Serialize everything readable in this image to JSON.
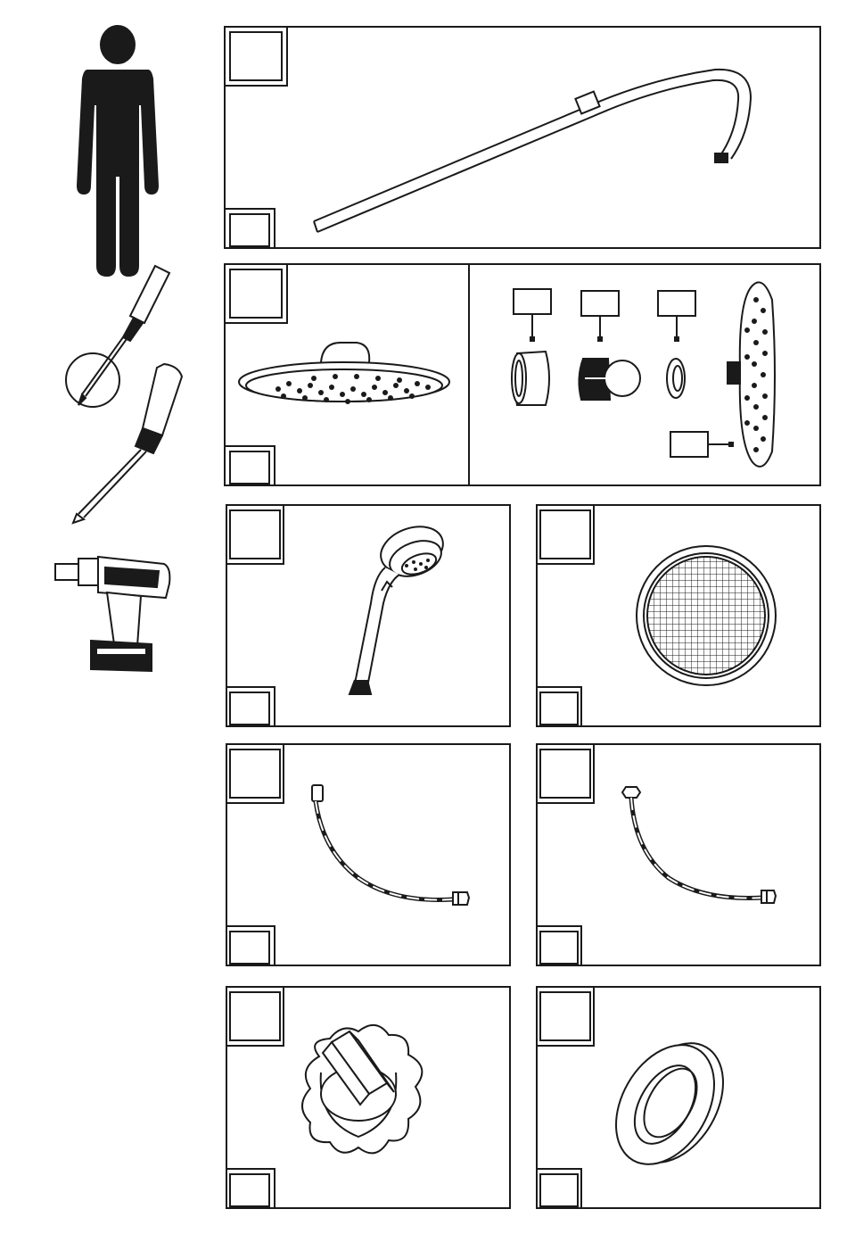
{
  "page": {
    "title": "",
    "panels": [
      {
        "id": "shower-arm",
        "number": "",
        "quantity": ""
      },
      {
        "id": "shower-head",
        "number": "",
        "quantity": ""
      },
      {
        "id": "shower-head-parts",
        "labels": [
          "",
          "",
          "",
          ""
        ]
      },
      {
        "id": "hand-shower",
        "number": "",
        "quantity": ""
      },
      {
        "id": "filter-screen",
        "number": "",
        "quantity": ""
      },
      {
        "id": "hose-a",
        "number": "",
        "quantity": ""
      },
      {
        "id": "hose-b",
        "number": "",
        "quantity": ""
      },
      {
        "id": "handle-knob",
        "number": "",
        "quantity": ""
      },
      {
        "id": "washer",
        "number": "",
        "quantity": ""
      }
    ]
  },
  "tools": {
    "icons": [
      "person-icon",
      "phillips-screwdriver-icon",
      "flat-screwdriver-icon",
      "cordless-drill-icon"
    ]
  },
  "colors": {
    "ink": "#1a1a1a",
    "paper": "#ffffff"
  }
}
